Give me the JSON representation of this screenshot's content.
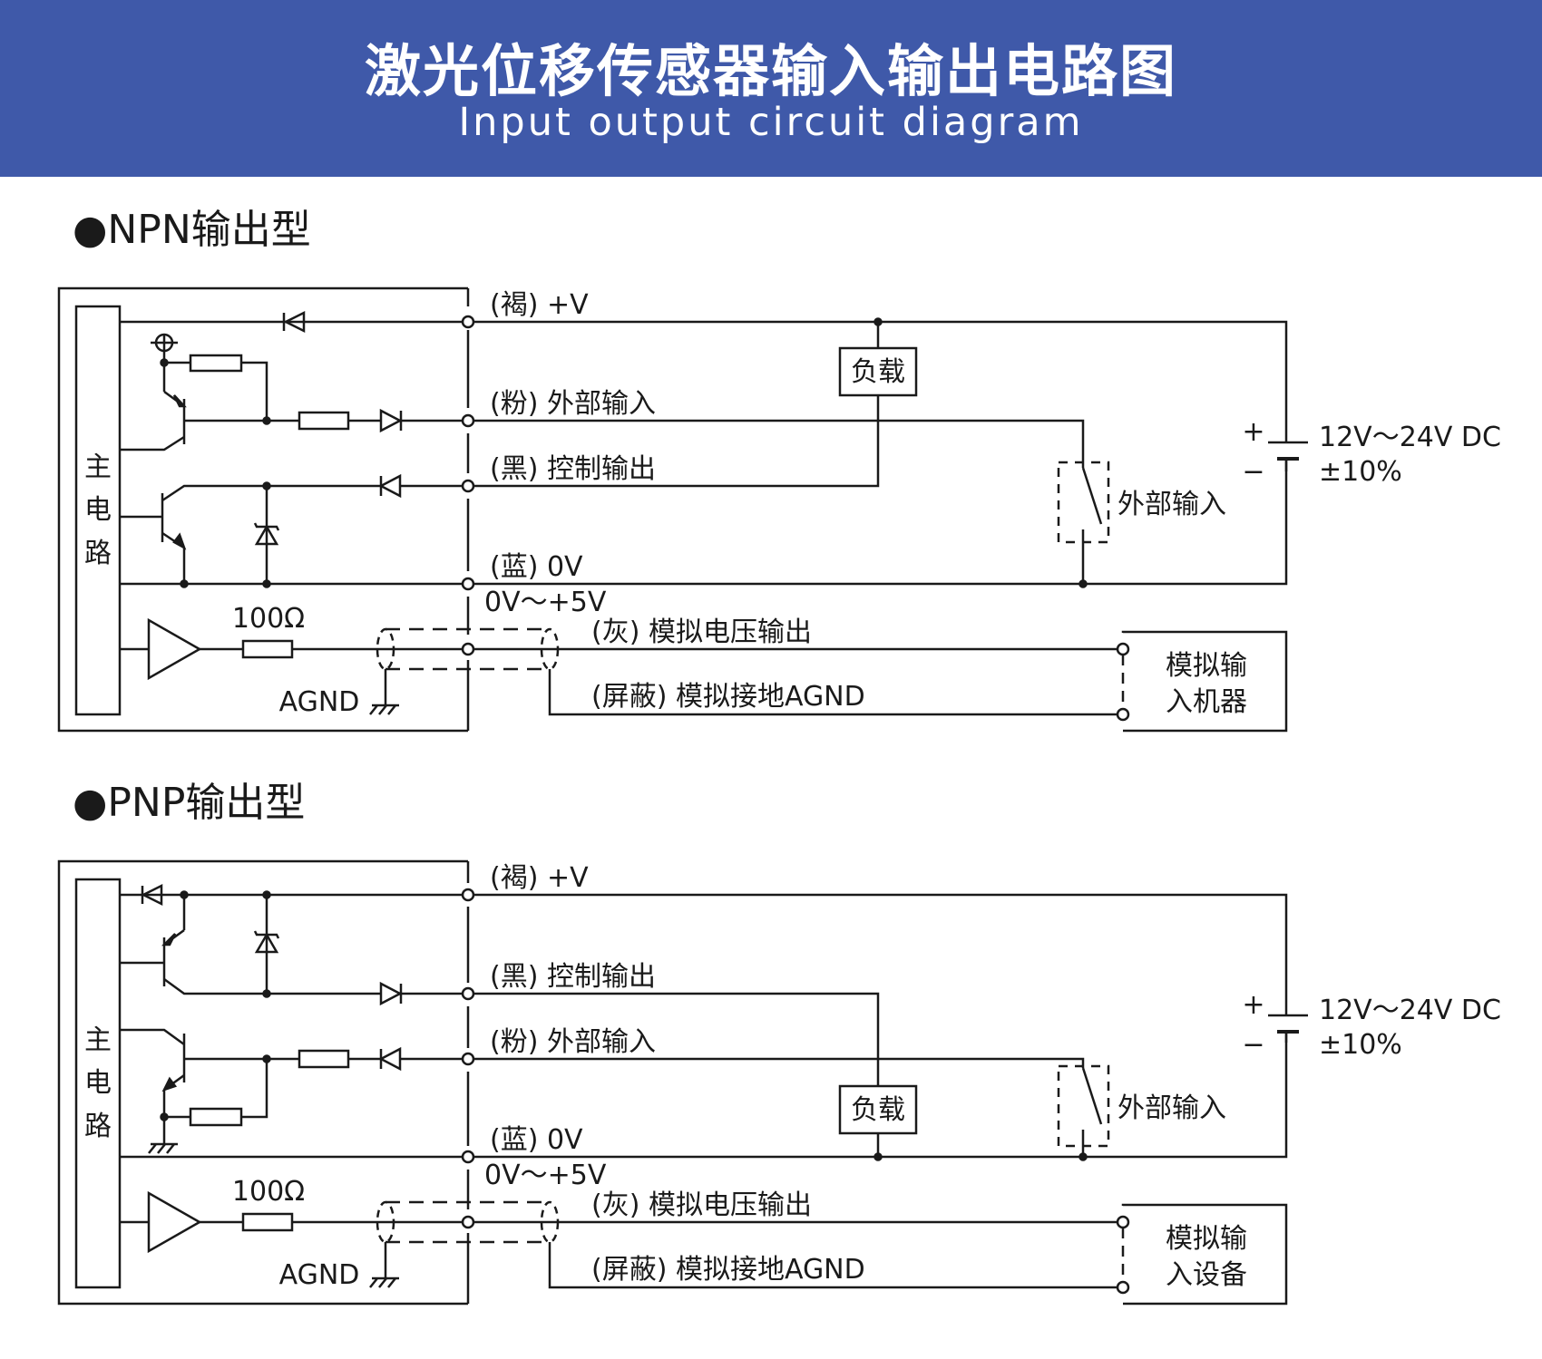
{
  "header": {
    "title_cn": "激光位移传感器输入输出电路图",
    "title_en": "Input output circuit diagram",
    "bg_color": "#3f59a9"
  },
  "npn": {
    "heading": "●NPN输出型",
    "main_circuit": [
      "主",
      "电",
      "路"
    ],
    "wire_brown": "(褐) +V",
    "wire_pink": "(粉) 外部输入",
    "wire_black": "(黑) 控制输出",
    "wire_blue": "(蓝) 0V",
    "voltage_range": "0V～+5V",
    "wire_gray": "(灰) 模拟电压输出",
    "wire_shield": "(屏蔽) 模拟接地AGND",
    "resistor": "100Ω",
    "agnd": "AGND",
    "load": "负载",
    "ext_input": "外部输入",
    "plus": "+",
    "minus": "−",
    "supply": "12V～24V  DC",
    "tolerance": "±10%",
    "device": [
      "模拟输",
      "入机器"
    ]
  },
  "pnp": {
    "heading": "●PNP输出型",
    "main_circuit": [
      "主",
      "电",
      "路"
    ],
    "wire_brown": "(褐) +V",
    "wire_black": "(黑) 控制输出",
    "wire_pink": "(粉) 外部输入",
    "wire_blue": "(蓝) 0V",
    "voltage_range": "0V～+5V",
    "wire_gray": "(灰) 模拟电压输出",
    "wire_shield": "(屏蔽) 模拟接地AGND",
    "resistor": "100Ω",
    "agnd": "AGND",
    "load": "负载",
    "ext_input": "外部输入",
    "plus": "+",
    "minus": "−",
    "supply": "12V～24V  DC",
    "tolerance": "±10%",
    "device": [
      "模拟输",
      "入设备"
    ]
  }
}
